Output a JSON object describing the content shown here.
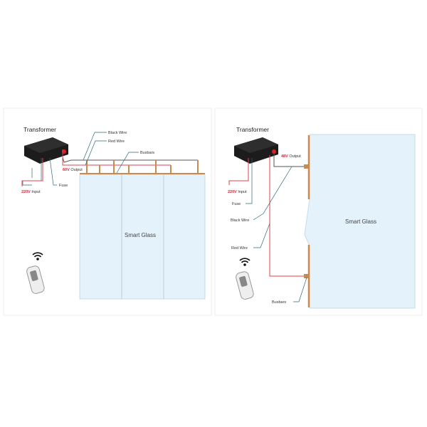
{
  "left": {
    "title": "Transformer",
    "black_wire": "Black Wire",
    "red_wire": "Red Wire",
    "busbars": "Busbars",
    "output_voltage": "60V",
    "output_label": "Output",
    "fuse": "Fuse",
    "input_voltage": "220V",
    "input_label": "Input",
    "glass": "Smart Glass"
  },
  "right": {
    "title": "Transformer",
    "output_voltage": "48V",
    "output_label": "Output",
    "input_voltage": "220V",
    "input_label": "Input",
    "fuse": "Fuse",
    "black_wire": "Black Wire",
    "red_wire": "Red Wire",
    "busbars": "Busbars",
    "glass": "Smart Glass"
  },
  "colors": {
    "red_wire": "#e0414f",
    "black_wire": "#555",
    "busbar": "#c98a4b",
    "glass": "#e4f2fb",
    "leader": "#2f6a7a"
  }
}
